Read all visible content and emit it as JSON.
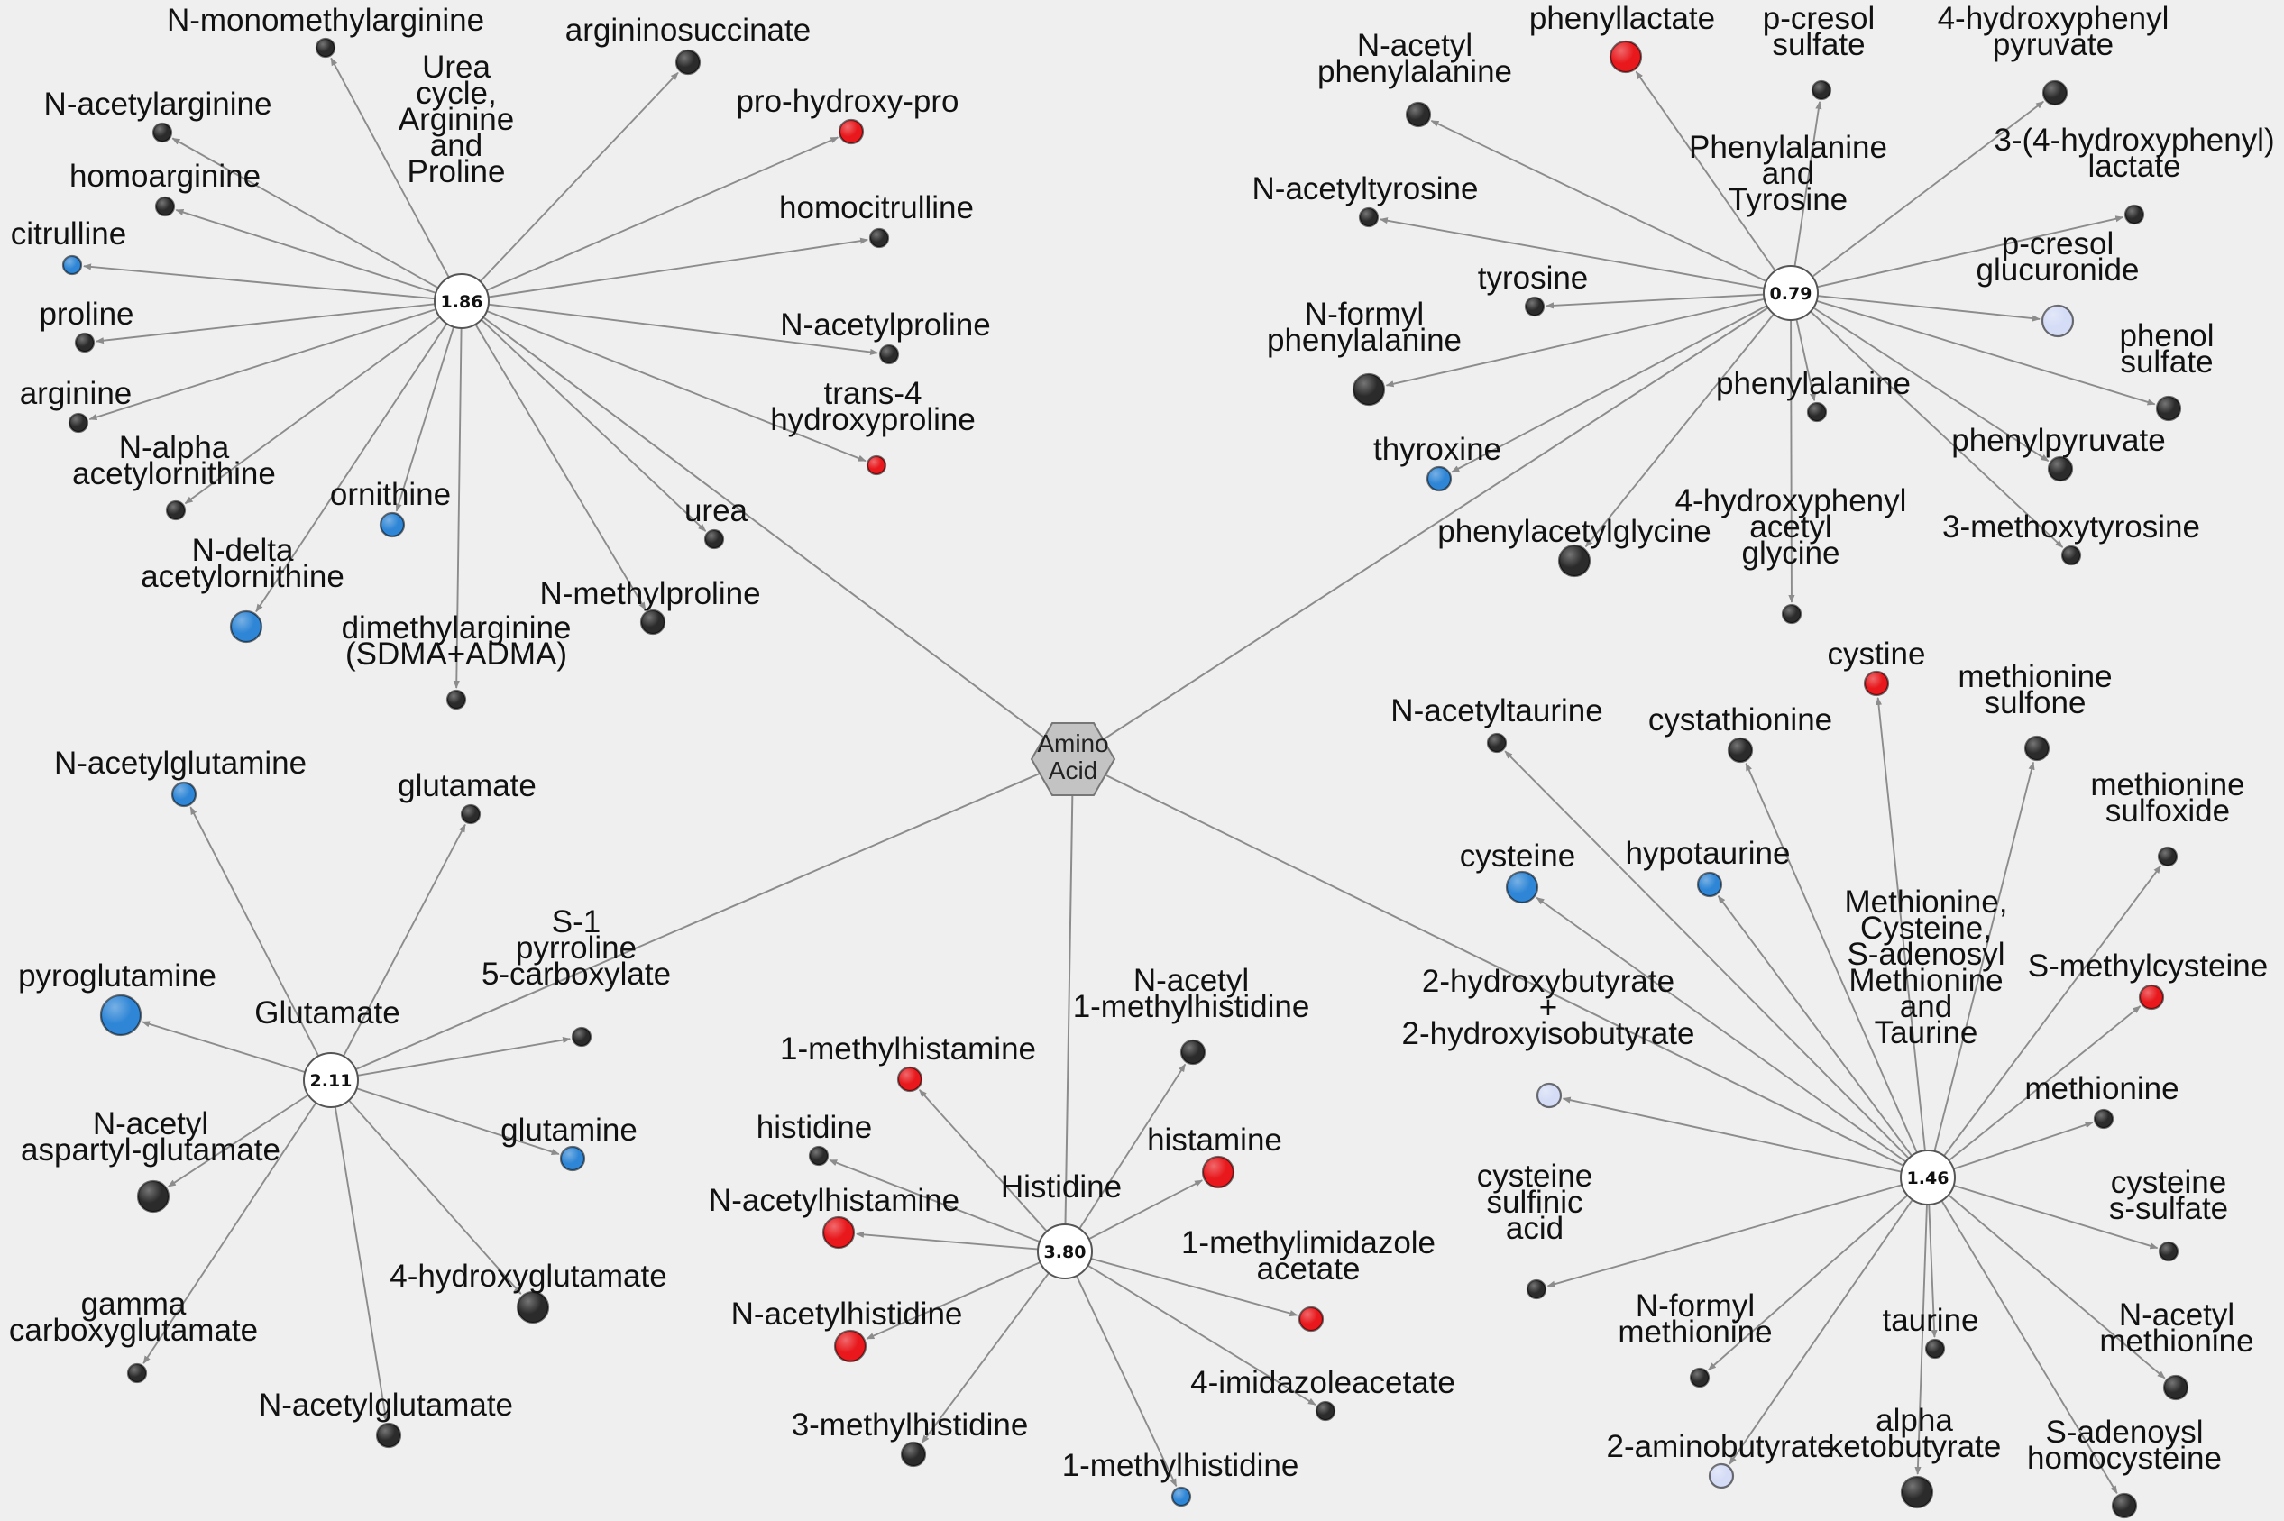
{
  "colors": {
    "increase": "#e8181c",
    "decrease_strong": "#2f86d6",
    "decrease_weak": "#d4dcf6",
    "not_significant": "#2b2b2b",
    "hub_fill": "#ffffff",
    "root_fill": "#c3c3c3",
    "edge": "#8c8c8c",
    "background": "#efefef"
  },
  "root": {
    "label_lines": [
      "Amino",
      "Acid"
    ]
  },
  "pathways": [
    {
      "id": "urea",
      "name_lines": [
        "Urea",
        "cycle,",
        "Arginine",
        "and",
        "Proline"
      ],
      "value": "1.86",
      "metabolites": [
        {
          "label": [
            "N-monomethylarginine"
          ],
          "status": "not_significant",
          "size": "small"
        },
        {
          "label": [
            "argininosuccinate"
          ],
          "status": "not_significant",
          "size": "medium"
        },
        {
          "label": [
            "N-acetylarginine"
          ],
          "status": "not_significant",
          "size": "small"
        },
        {
          "label": [
            "pro-hydroxy-pro"
          ],
          "status": "increase",
          "size": "medium"
        },
        {
          "label": [
            "homoarginine"
          ],
          "status": "not_significant",
          "size": "small"
        },
        {
          "label": [
            "homocitrulline"
          ],
          "status": "not_significant",
          "size": "small"
        },
        {
          "label": [
            "citrulline"
          ],
          "status": "decrease_strong",
          "size": "small"
        },
        {
          "label": [
            "proline"
          ],
          "status": "not_significant",
          "size": "small"
        },
        {
          "label": [
            "N-acetylproline"
          ],
          "status": "not_significant",
          "size": "small"
        },
        {
          "label": [
            "arginine"
          ],
          "status": "not_significant",
          "size": "small"
        },
        {
          "label": [
            "trans-4",
            "hydroxyproline"
          ],
          "status": "increase",
          "size": "small"
        },
        {
          "label": [
            "N-alpha",
            "acetylornithine"
          ],
          "status": "not_significant",
          "size": "small"
        },
        {
          "label": [
            "ornithine"
          ],
          "status": "decrease_strong",
          "size": "medium"
        },
        {
          "label": [
            "urea"
          ],
          "status": "not_significant",
          "size": "small"
        },
        {
          "label": [
            "N-delta",
            "acetylornithine"
          ],
          "status": "decrease_strong",
          "size": "large"
        },
        {
          "label": [
            "N-methylproline"
          ],
          "status": "not_significant",
          "size": "medium"
        },
        {
          "label": [
            "dimethylarginine",
            "(SDMA+ADMA)"
          ],
          "status": "not_significant",
          "size": "small"
        }
      ]
    },
    {
      "id": "phe",
      "name_lines": [
        "Phenylalanine",
        "and",
        "Tyrosine"
      ],
      "value": "0.79",
      "metabolites": [
        {
          "label": [
            "N-acetyl",
            "phenylalanine"
          ],
          "status": "not_significant",
          "size": "medium"
        },
        {
          "label": [
            "phenyllactate"
          ],
          "status": "increase",
          "size": "large"
        },
        {
          "label": [
            "p-cresol",
            "sulfate"
          ],
          "status": "not_significant",
          "size": "small"
        },
        {
          "label": [
            "4-hydroxyphenyl",
            "pyruvate"
          ],
          "status": "not_significant",
          "size": "medium"
        },
        {
          "label": [
            "3-(4-hydroxyphenyl)",
            "lactate"
          ],
          "status": "not_significant",
          "size": "small"
        },
        {
          "label": [
            "N-acetyltyrosine"
          ],
          "status": "not_significant",
          "size": "small"
        },
        {
          "label": [
            "p-cresol",
            "glucuronide"
          ],
          "status": "decrease_weak",
          "size": "large"
        },
        {
          "label": [
            "tyrosine"
          ],
          "status": "not_significant",
          "size": "small"
        },
        {
          "label": [
            "N-formyl",
            "phenylalanine"
          ],
          "status": "not_significant",
          "size": "large"
        },
        {
          "label": [
            "phenol",
            "sulfate"
          ],
          "status": "not_significant",
          "size": "medium"
        },
        {
          "label": [
            "phenylalanine"
          ],
          "status": "not_significant",
          "size": "small"
        },
        {
          "label": [
            "thyroxine"
          ],
          "status": "decrease_strong",
          "size": "medium"
        },
        {
          "label": [
            "phenylpyruvate"
          ],
          "status": "not_significant",
          "size": "medium"
        },
        {
          "label": [
            "phenylacetylglycine"
          ],
          "status": "not_significant",
          "size": "large"
        },
        {
          "label": [
            "3-methoxytyrosine"
          ],
          "status": "not_significant",
          "size": "small"
        },
        {
          "label": [
            "4-hydroxyphenyl",
            "acetyl",
            "glycine"
          ],
          "status": "not_significant",
          "size": "small"
        }
      ]
    },
    {
      "id": "glu",
      "name_lines": [
        "Glutamate"
      ],
      "value": "2.11",
      "metabolites": [
        {
          "label": [
            "N-acetylglutamine"
          ],
          "status": "decrease_strong",
          "size": "medium"
        },
        {
          "label": [
            "glutamate"
          ],
          "status": "not_significant",
          "size": "small"
        },
        {
          "label": [
            "S-1",
            "pyrroline",
            "5-carboxylate"
          ],
          "status": "not_significant",
          "size": "small"
        },
        {
          "label": [
            "pyroglutamine"
          ],
          "status": "decrease_strong",
          "size": "xlarge"
        },
        {
          "label": [
            "glutamine"
          ],
          "status": "decrease_strong",
          "size": "medium"
        },
        {
          "label": [
            "N-acetyl",
            "aspartyl-glutamate"
          ],
          "status": "not_significant",
          "size": "large"
        },
        {
          "label": [
            "4-hydroxyglutamate"
          ],
          "status": "not_significant",
          "size": "large"
        },
        {
          "label": [
            "gamma",
            "carboxyglutamate"
          ],
          "status": "not_significant",
          "size": "small"
        },
        {
          "label": [
            "N-acetylglutamate"
          ],
          "status": "not_significant",
          "size": "medium"
        }
      ]
    },
    {
      "id": "his",
      "name_lines": [
        "Histidine"
      ],
      "value": "3.80",
      "metabolites": [
        {
          "label": [
            "N-acetyl",
            "1-methylhistidine"
          ],
          "status": "not_significant",
          "size": "medium"
        },
        {
          "label": [
            "1-methylhistamine"
          ],
          "status": "increase",
          "size": "medium"
        },
        {
          "label": [
            "histidine"
          ],
          "status": "not_significant",
          "size": "small"
        },
        {
          "label": [
            "histamine"
          ],
          "status": "increase",
          "size": "large"
        },
        {
          "label": [
            "N-acetylhistamine"
          ],
          "status": "increase",
          "size": "large"
        },
        {
          "label": [
            "1-methylimidazole",
            "acetate"
          ],
          "status": "increase",
          "size": "medium"
        },
        {
          "label": [
            "N-acetylhistidine"
          ],
          "status": "increase",
          "size": "large"
        },
        {
          "label": [
            "4-imidazoleacetate"
          ],
          "status": "not_significant",
          "size": "small"
        },
        {
          "label": [
            "3-methylhistidine"
          ],
          "status": "not_significant",
          "size": "medium"
        },
        {
          "label": [
            "1-methylhistidine"
          ],
          "status": "decrease_strong",
          "size": "small"
        }
      ]
    },
    {
      "id": "met",
      "name_lines": [
        "Methionine,",
        "Cysteine,",
        "S-adenosyl",
        "Methionine",
        "and",
        "Taurine"
      ],
      "value": "1.46",
      "metabolites": [
        {
          "label": [
            "cystine"
          ],
          "status": "increase",
          "size": "medium"
        },
        {
          "label": [
            "N-acetyltaurine"
          ],
          "status": "not_significant",
          "size": "small"
        },
        {
          "label": [
            "cystathionine"
          ],
          "status": "not_significant",
          "size": "medium"
        },
        {
          "label": [
            "methionine",
            "sulfone"
          ],
          "status": "not_significant",
          "size": "medium"
        },
        {
          "label": [
            "methionine",
            "sulfoxide"
          ],
          "status": "not_significant",
          "size": "small"
        },
        {
          "label": [
            "cysteine"
          ],
          "status": "decrease_strong",
          "size": "large"
        },
        {
          "label": [
            "hypotaurine"
          ],
          "status": "decrease_strong",
          "size": "medium"
        },
        {
          "label": [
            "S-methylcysteine"
          ],
          "status": "increase",
          "size": "medium"
        },
        {
          "label": [
            "2-hydroxybutyrate",
            "+",
            "2-hydroxyisobutyrate"
          ],
          "status": "decrease_weak",
          "size": "medium"
        },
        {
          "label": [
            "methionine"
          ],
          "status": "not_significant",
          "size": "small"
        },
        {
          "label": [
            "cysteine",
            "sulfinic",
            "acid"
          ],
          "status": "not_significant",
          "size": "small"
        },
        {
          "label": [
            "cysteine",
            "s-sulfate"
          ],
          "status": "not_significant",
          "size": "small"
        },
        {
          "label": [
            "N-formyl",
            "methionine"
          ],
          "status": "not_significant",
          "size": "small"
        },
        {
          "label": [
            "taurine"
          ],
          "status": "not_significant",
          "size": "small"
        },
        {
          "label": [
            "N-acetyl",
            "methionine"
          ],
          "status": "not_significant",
          "size": "medium"
        },
        {
          "label": [
            "2-aminobutyrate"
          ],
          "status": "decrease_weak",
          "size": "medium"
        },
        {
          "label": [
            "alpha",
            "ketobutyrate"
          ],
          "status": "not_significant",
          "size": "large"
        },
        {
          "label": [
            "S-adenoysl",
            "homocysteine"
          ],
          "status": "not_significant",
          "size": "medium"
        }
      ]
    }
  ]
}
